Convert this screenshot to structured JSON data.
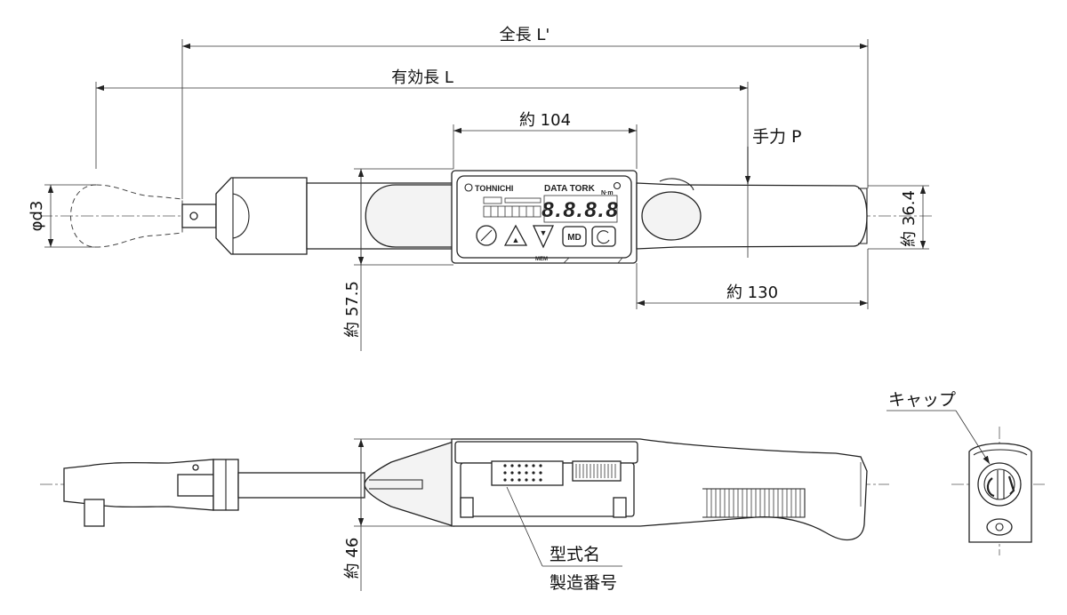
{
  "dimensions": {
    "overall_length": "全長 L'",
    "effective_length": "有効長 L",
    "display_width": "約 104",
    "handle_length": "約 130",
    "head_diameter": "φd3",
    "height_top": "約 57.5",
    "grip_height": "約 36.4",
    "height_side": "約 46"
  },
  "labels": {
    "hand_force": "手力 P",
    "cap": "キャップ",
    "model_name": "型式名",
    "serial_number": "製造番号"
  },
  "device": {
    "brand": "TOHNICHI",
    "product": "DATA TORK",
    "unit": "N·m",
    "digits": "8.8.8.8",
    "mem": "MEM",
    "md": "MD"
  },
  "colors": {
    "line": "#222222",
    "background": "#ffffff"
  }
}
